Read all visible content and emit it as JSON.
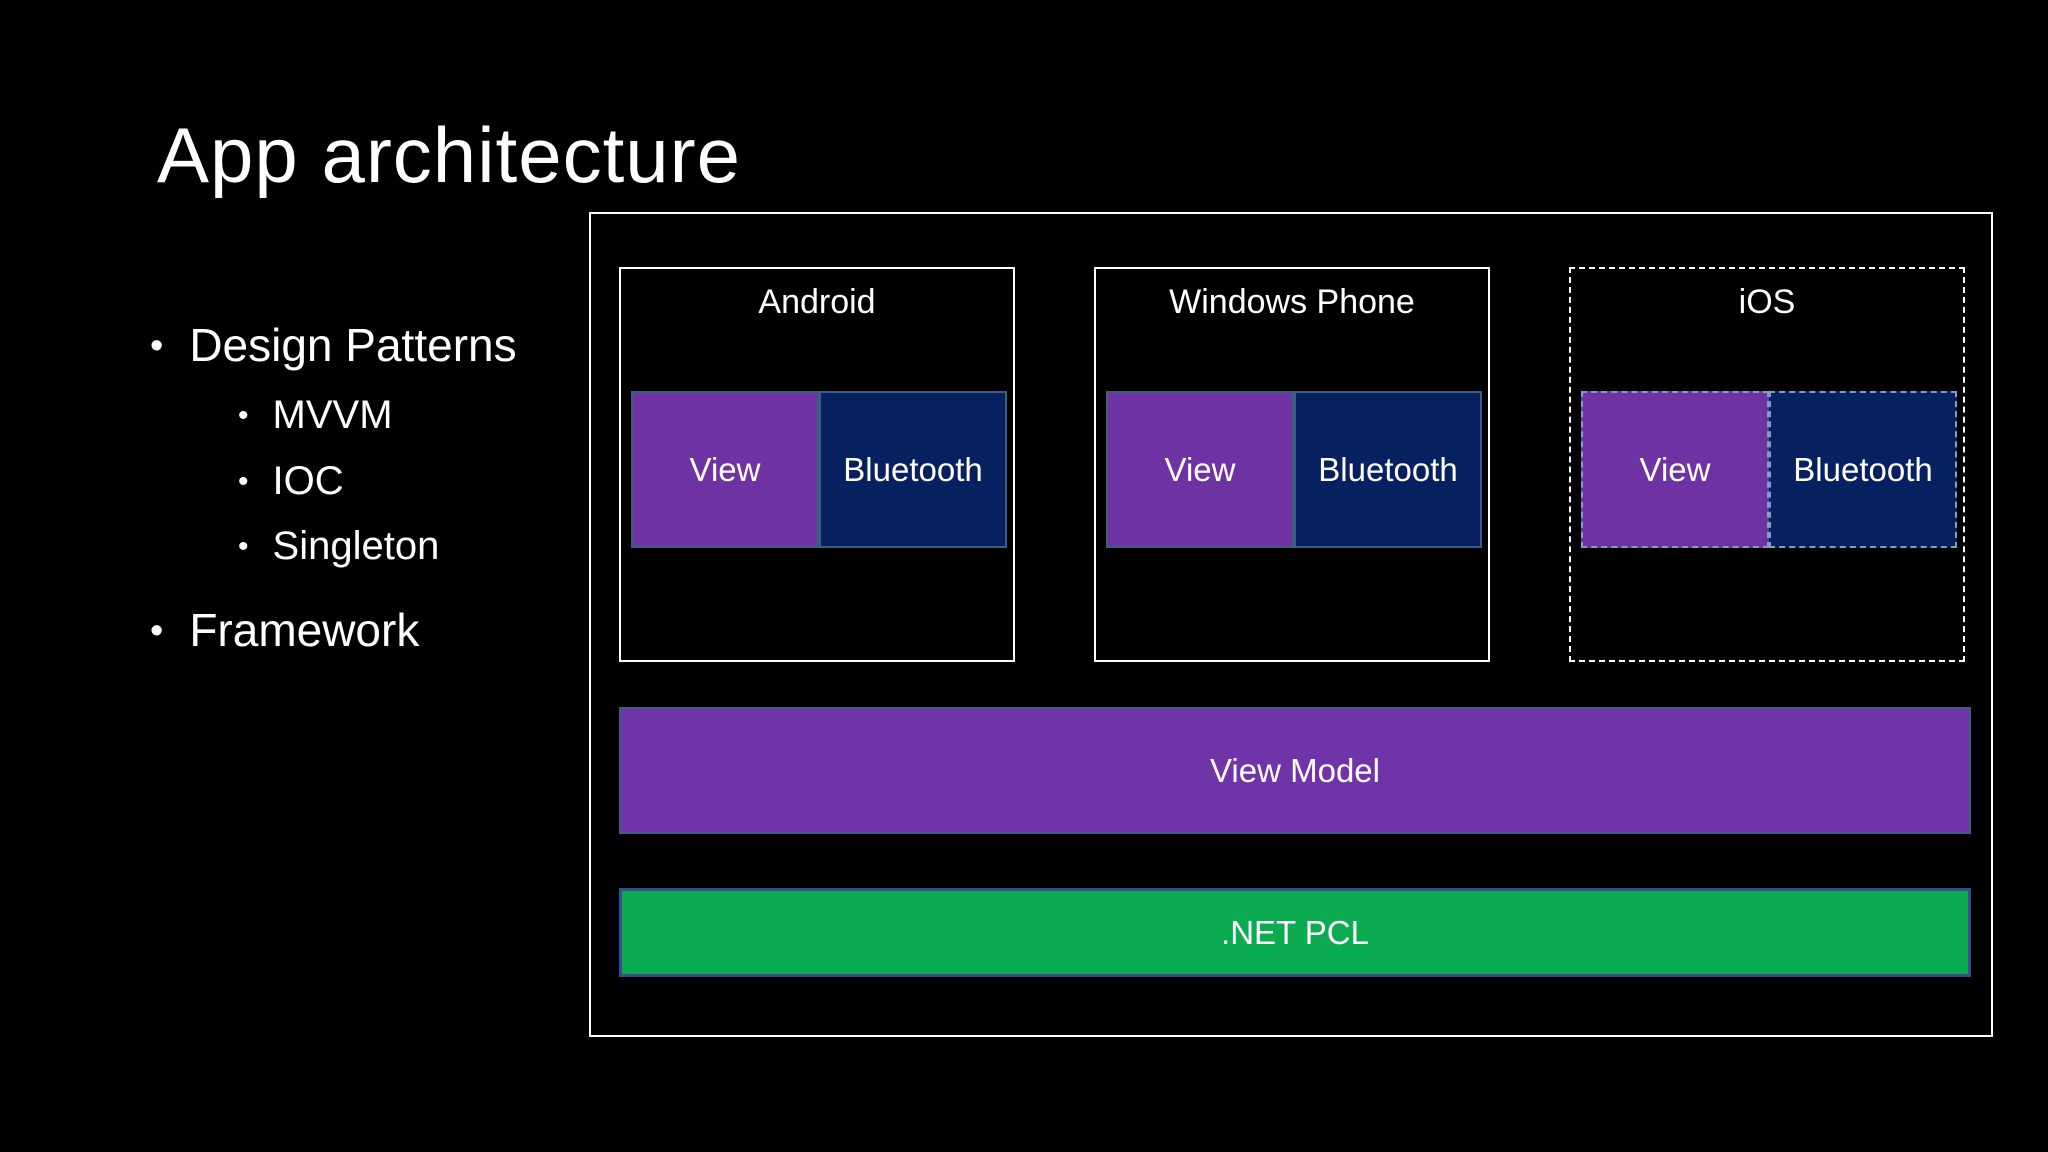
{
  "slide": {
    "title": "App architecture",
    "bullets": [
      {
        "label": "Design Patterns",
        "level": 1
      },
      {
        "label": "MVVM",
        "level": 2
      },
      {
        "label": "IOC",
        "level": 2
      },
      {
        "label": "Singleton",
        "level": 2
      },
      {
        "label": "Framework",
        "level": 1
      }
    ],
    "bullet_glyph": "•"
  },
  "diagram": {
    "platforms": [
      {
        "name": "Android",
        "outline": "solid",
        "boxes": {
          "view": "View",
          "bluetooth": "Bluetooth"
        }
      },
      {
        "name": "Windows Phone",
        "outline": "solid",
        "boxes": {
          "view": "View",
          "bluetooth": "Bluetooth"
        }
      },
      {
        "name": "iOS",
        "outline": "dashed",
        "boxes": {
          "view": "View",
          "bluetooth": "Bluetooth"
        }
      }
    ],
    "layers": {
      "view_model": "View Model",
      "net_pcl": ".NET PCL"
    },
    "colors": {
      "background": "#000000",
      "text": "#FFFFFF",
      "outline_white": "#FFFFFF",
      "view_purple": "#6F32A3",
      "view_model_purple": "#7134A8",
      "bluetooth_navy": "#07205F",
      "pcl_green": "#0BAC51",
      "inner_border_blue": "#3A607F",
      "ios_inner_border_blue": "#7FA0BE",
      "pcl_border_indigo": "#3B4C8E"
    }
  }
}
